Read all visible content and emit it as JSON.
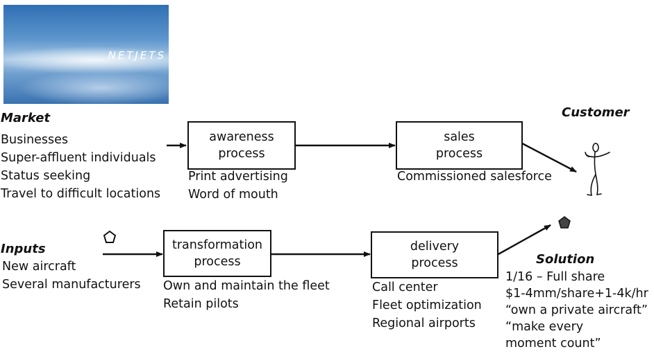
{
  "banner": {
    "logo_text": "NETJETS"
  },
  "market": {
    "heading": "Market",
    "items": [
      "Businesses",
      "Super-affluent individuals",
      "Status seeking",
      "Travel to difficult locations"
    ]
  },
  "awareness": {
    "box_line1": "awareness",
    "box_line2": "process",
    "items": [
      "Print advertising",
      "Word of mouth"
    ]
  },
  "sales": {
    "box_line1": "sales",
    "box_line2": "process",
    "items": [
      "Commissioned salesforce"
    ]
  },
  "customer": {
    "heading": "Customer"
  },
  "inputs": {
    "heading": "Inputs",
    "items": [
      "New aircraft",
      "Several manufacturers"
    ]
  },
  "transformation": {
    "box_line1": "transformation",
    "box_line2": "process",
    "items": [
      "Own and maintain the fleet",
      "Retain pilots"
    ]
  },
  "delivery": {
    "box_line1": "delivery",
    "box_line2": "process",
    "items": [
      "Call center",
      "Fleet optimization",
      "Regional airports"
    ]
  },
  "solution": {
    "heading": "Solution",
    "items": [
      "1/16 – Full share",
      "$1-4mm/share+1-4k/hr",
      "“own a private aircraft”",
      "“make every",
      "moment count”"
    ]
  },
  "icons": {
    "input_marker": "pentagon-outline-icon",
    "solution_marker": "pentagon-filled-icon",
    "customer_figure": "stick-figure-icon"
  }
}
